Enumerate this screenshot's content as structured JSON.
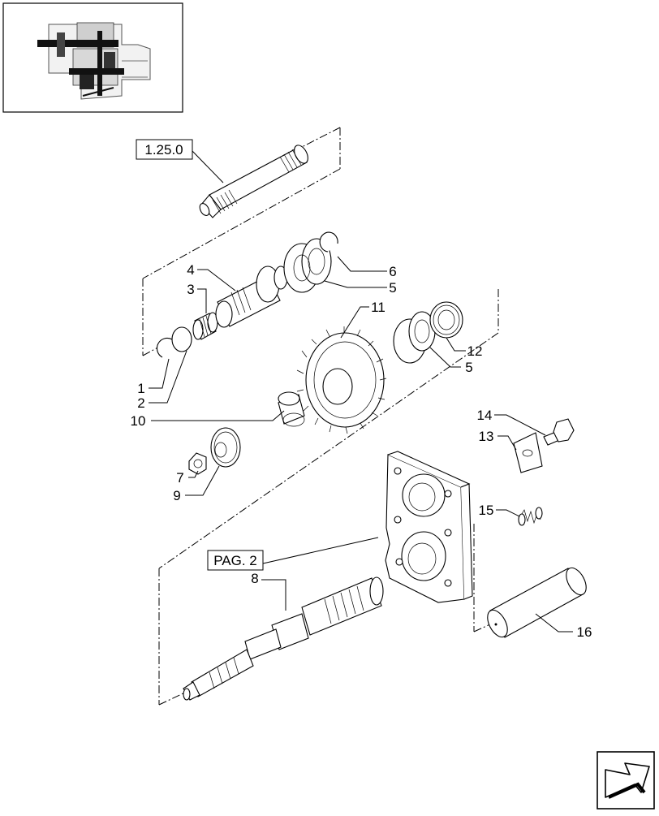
{
  "thumbnail": {
    "icon": "gearbox-section-thumbnail-icon"
  },
  "refs": {
    "ref_box_1": "1.25.0",
    "ref_box_2": "PAG. 2"
  },
  "callouts": {
    "c1": "1",
    "c2": "2",
    "c3": "3",
    "c4": "4",
    "c5a": "5",
    "c5b": "5",
    "c6": "6",
    "c7": "7",
    "c8": "8",
    "c9": "9",
    "c10": "10",
    "c11": "11",
    "c12": "12",
    "c13": "13",
    "c14": "14",
    "c15": "15",
    "c16": "16"
  },
  "nav": {
    "icon": "next-page-arrow-icon"
  }
}
